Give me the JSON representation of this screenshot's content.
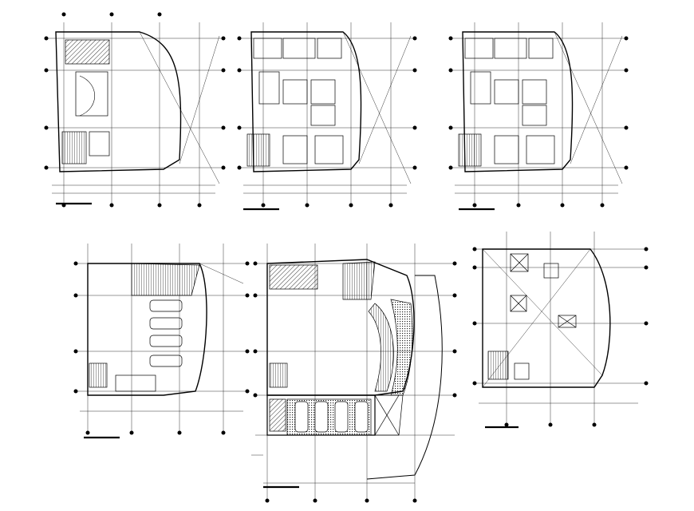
{
  "sheet": {
    "background": "#ffffff",
    "line_color": "#000000",
    "hatch_color": "#333333"
  },
  "drawings": [
    {
      "name": "plan-top-left",
      "kind": "office",
      "variant": "ground",
      "title": ""
    },
    {
      "name": "plan-top-middle",
      "kind": "office",
      "variant": "typical",
      "title": ""
    },
    {
      "name": "plan-top-right",
      "kind": "office",
      "variant": "typical",
      "title": ""
    },
    {
      "name": "plan-bottom-left",
      "kind": "parking",
      "variant": "basement",
      "title": ""
    },
    {
      "name": "plan-bottom-middle",
      "kind": "site",
      "variant": "ground-with-parking",
      "title": ""
    },
    {
      "name": "plan-bottom-right",
      "kind": "roof",
      "variant": "roof",
      "title": ""
    }
  ]
}
